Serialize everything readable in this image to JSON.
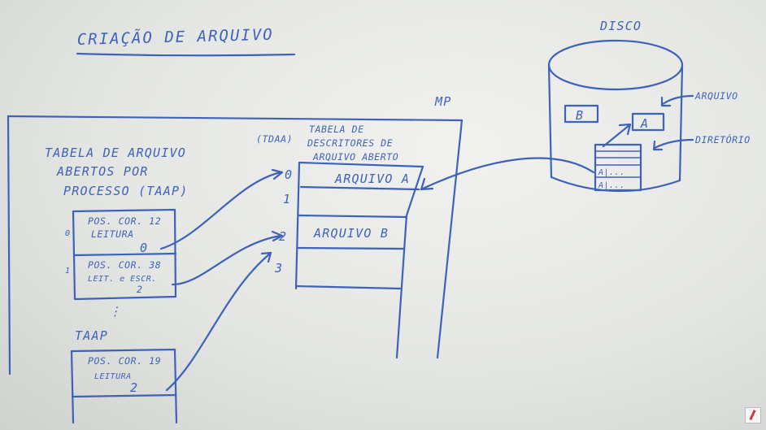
{
  "title": "CRIAÇÃO DE ARQUIVO",
  "mp_label": "MP",
  "disk": {
    "label": "DISCO",
    "file_box_b": "B",
    "file_box_a": "A",
    "arquivo_label": "ARQUIVO",
    "diretorio_label": "DIRETÓRIO",
    "dir_entries": [
      "A|...",
      "A|..."
    ]
  },
  "taap1": {
    "title_lines": [
      "TABELA DE ARQUIVO",
      "ABERTOS POR",
      "PROCESSO (TAAP)"
    ],
    "rows": [
      {
        "index": "0",
        "lines": [
          "POS. COR. 12",
          "LEITURA",
          "0"
        ]
      },
      {
        "index": "1",
        "lines": [
          "POS. COR. 38",
          "LEIT. e ESCR.",
          "2"
        ]
      }
    ],
    "ellipsis": "⋮"
  },
  "taap2": {
    "title": "TAAP",
    "rows": [
      {
        "lines": [
          "POS. COR. 19",
          "LEITURA",
          "2"
        ]
      }
    ]
  },
  "tdaa": {
    "abbr": "(TDAA)",
    "title_lines": [
      "TABELA DE",
      "DESCRITORES DE",
      "ARQUIVO ABERTO"
    ],
    "indices": [
      "0",
      "1",
      "2",
      "3"
    ],
    "rows": [
      "ARQUIVO A",
      "",
      "ARQUIVO B",
      ""
    ]
  }
}
